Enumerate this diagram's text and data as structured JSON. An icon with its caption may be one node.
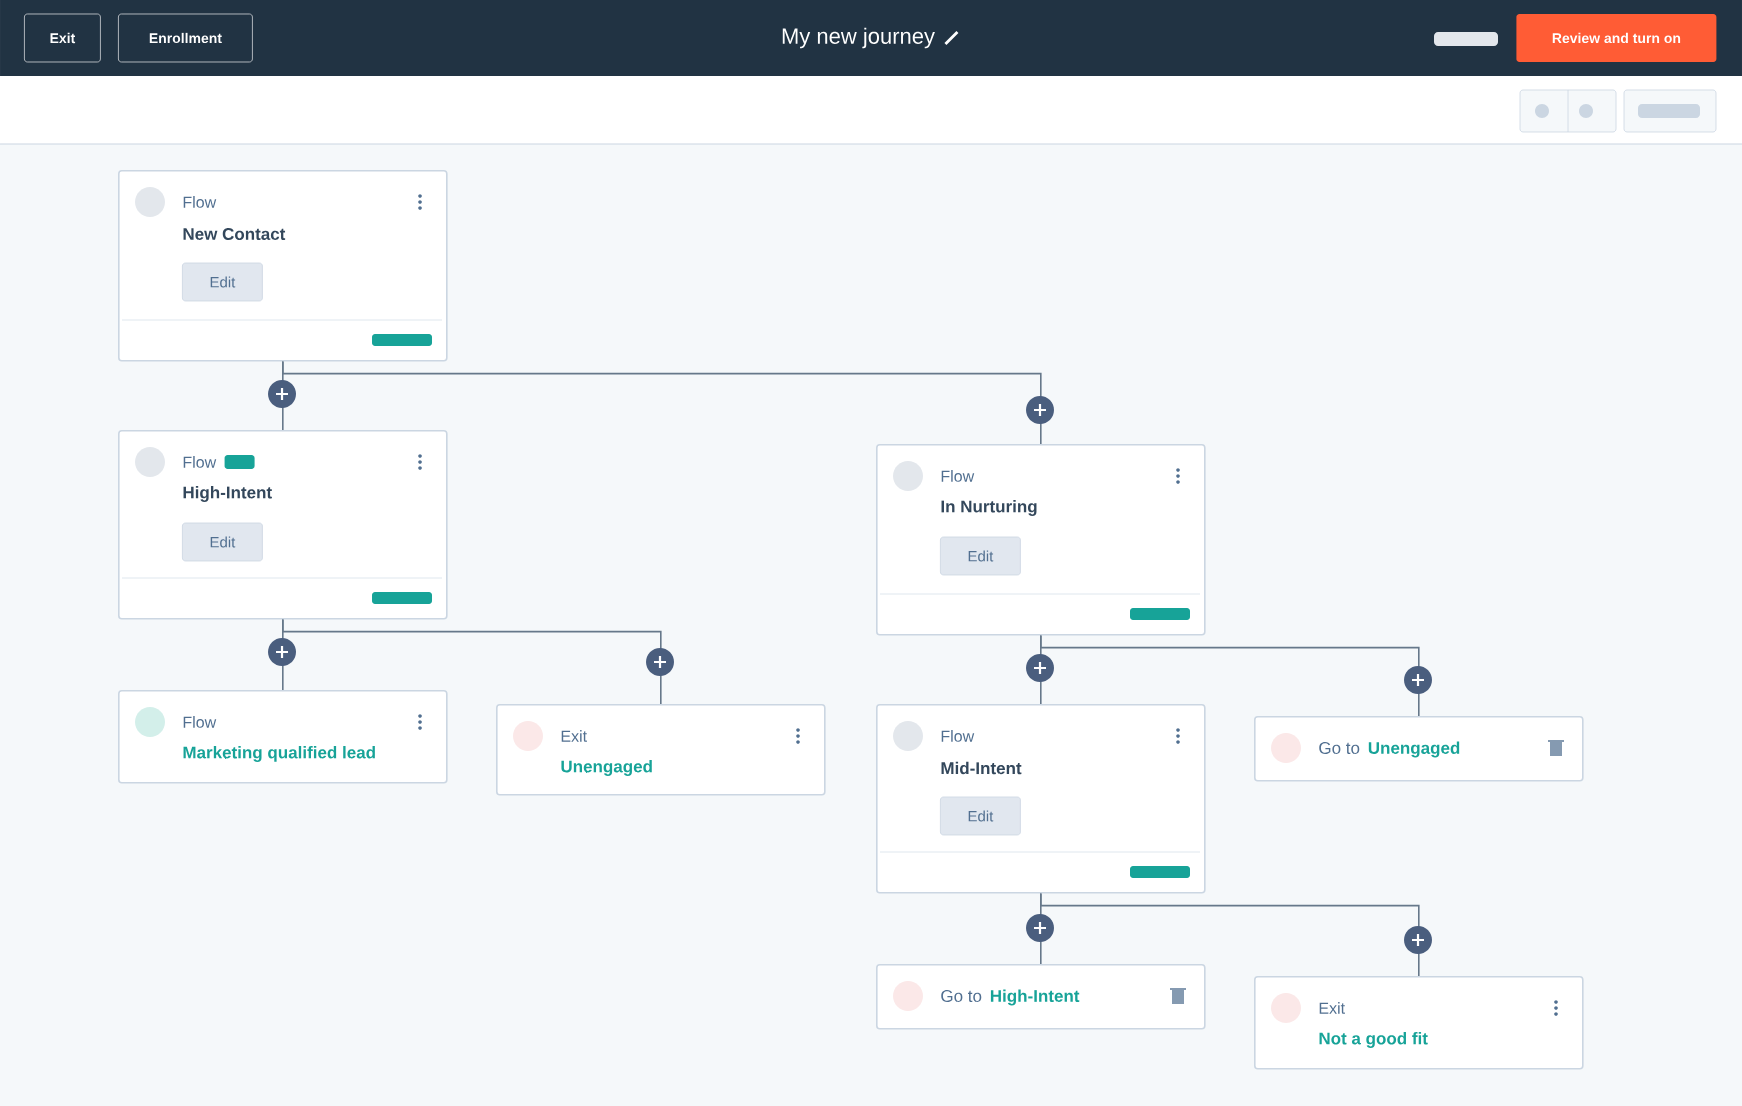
{
  "diagram": {
    "title": "My new journey",
    "nodes": [
      {
        "text": [
          "Flow",
          "New Contact",
          "Edit"
        ]
      },
      {
        "text": [
          "Flow",
          "High-Intent",
          "Edit"
        ]
      },
      {
        "text": [
          "Flow",
          "In Nurturing",
          "Edit"
        ]
      },
      {
        "text": [
          "Flow",
          "Marketing qualified lead"
        ]
      },
      {
        "text": [
          "Exit",
          "Unengaged"
        ]
      },
      {
        "text": [
          "Flow",
          "Mid-Intent",
          "Edit"
        ]
      },
      {
        "text": [
          "Go to",
          "Unengaged"
        ]
      },
      {
        "text": [
          "Go to",
          "High-Intent"
        ]
      },
      {
        "text": [
          "Exit",
          "Not a good fit"
        ]
      }
    ],
    "edges": [
      {
        "from": 0,
        "to": 1,
        "arrow": "none"
      },
      {
        "from": 0,
        "to": 2,
        "arrow": "none"
      },
      {
        "from": 1,
        "to": 3,
        "arrow": "none"
      },
      {
        "from": 1,
        "to": 4,
        "arrow": "none"
      },
      {
        "from": 2,
        "to": 5,
        "arrow": "none"
      },
      {
        "from": 2,
        "to": 6,
        "arrow": "none"
      },
      {
        "from": 5,
        "to": 7,
        "arrow": "none"
      },
      {
        "from": 5,
        "to": 8,
        "arrow": "none"
      }
    ],
    "labels": [
      "Exit",
      "Enrollment",
      "Review and turn on"
    ]
  }
}
